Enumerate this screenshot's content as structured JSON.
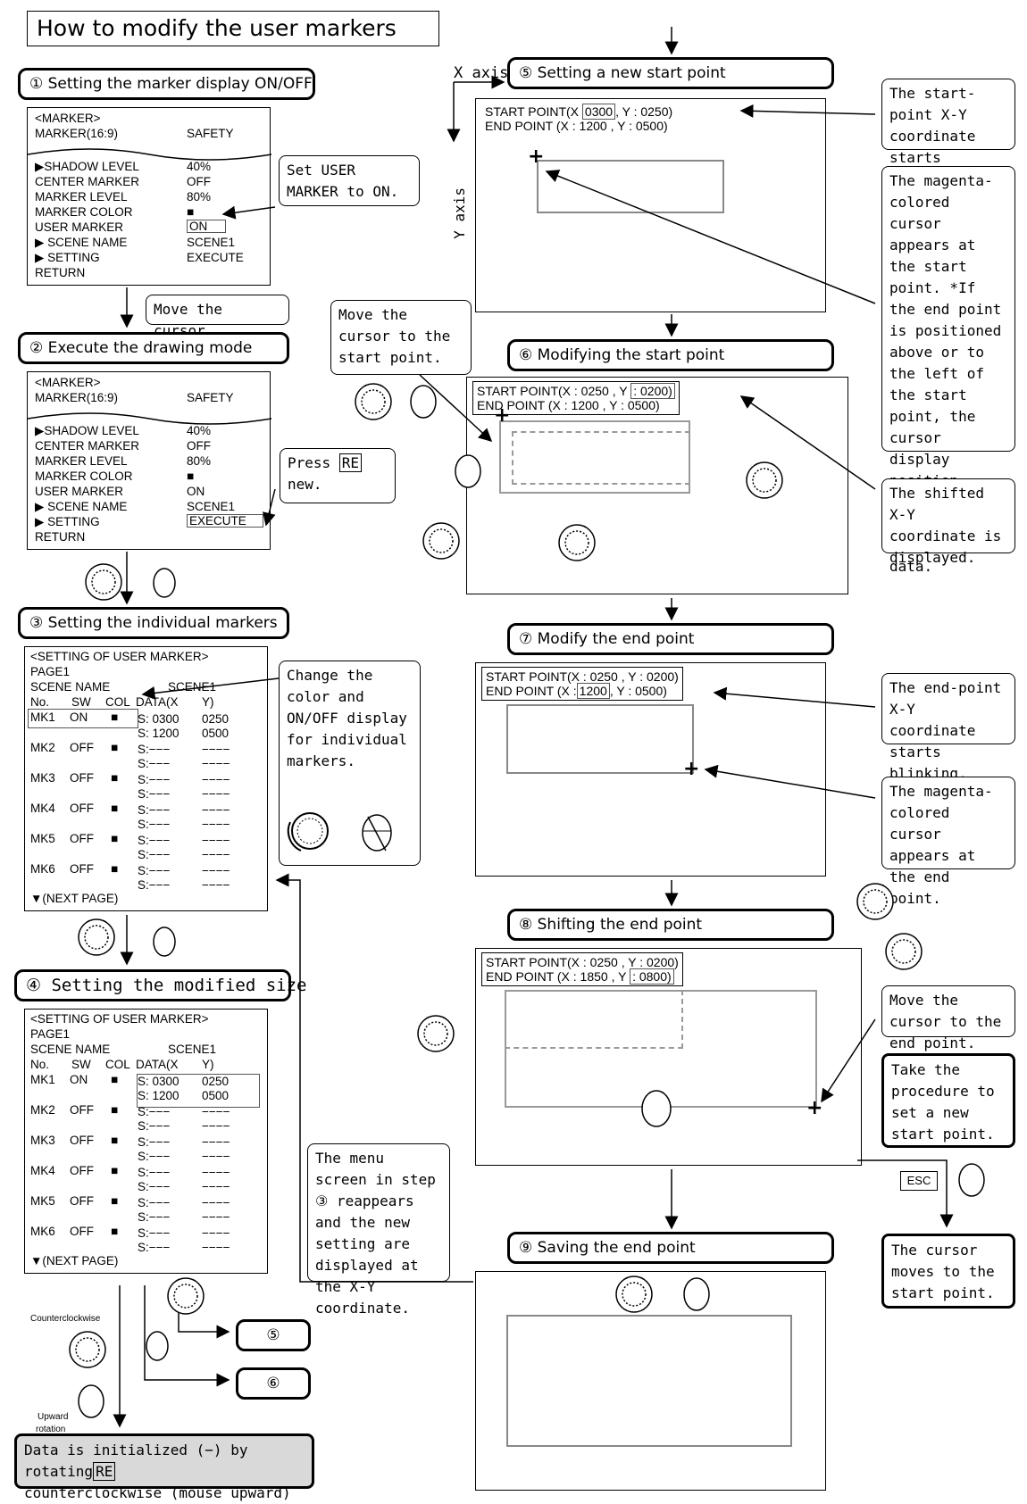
{
  "title": "How to modify the user markers",
  "steps": {
    "s1": "① Setting the marker display ON/OFF",
    "s2": "②  Execute the drawing mode",
    "s3": "③ Setting the individual markers",
    "s4": "④ Setting the modified size",
    "s5": "⑤ Setting a new start point",
    "s6": "⑥ Modifying the start point",
    "s7": "⑦ Modify the end point",
    "s8": "⑧ Shifting the end point",
    "s9": "⑨ Saving the end point",
    "ref5": "⑤",
    "ref6": "⑥"
  },
  "marker_menu": {
    "header": "<MARKER>",
    "mode_label": "MARKER(16:9)",
    "mode_value": "SAFETY",
    "rows": [
      {
        "label": "  ▶SHADOW LEVEL",
        "value": "40%"
      },
      {
        "label": "CENTER MARKER",
        "value": "OFF"
      },
      {
        "label": "MARKER LEVEL",
        "value": "80%"
      },
      {
        "label": "MARKER COLOR",
        "value": "■"
      },
      {
        "label": "USER MARKER",
        "value": "ON"
      },
      {
        "label": "  ▶ SCENE NAME",
        "value": "SCENE1"
      },
      {
        "label": "  ▶ SETTING",
        "value": "EXECUTE"
      },
      {
        "label": "RETURN",
        "value": ""
      }
    ]
  },
  "user_marker_menu": {
    "header": "<SETTING OF USER MARKER>",
    "page": "PAGE1",
    "scene_label": "SCENE NAME",
    "scene_value": "SCENE1",
    "col_no": "No.",
    "col_sw": "SW",
    "col_col": "COL",
    "col_data": "DATA(X",
    "col_y": "Y)",
    "rows": [
      {
        "no": "MK1",
        "sw": "ON",
        "col": "■",
        "s1": "S: 0300",
        "y1": "0250",
        "s2": "S: 1200",
        "y2": "0500"
      },
      {
        "no": "MK2",
        "sw": "OFF",
        "col": "■",
        "s1": "S:−−−",
        "y1": "−−−−",
        "s2": "S:−−−",
        "y2": "−−−−"
      },
      {
        "no": "MK3",
        "sw": "OFF",
        "col": "■",
        "s1": "S:−−−",
        "y1": "−−−−",
        "s2": "S:−−−",
        "y2": "−−−−"
      },
      {
        "no": "MK4",
        "sw": "OFF",
        "col": "■",
        "s1": "S:−−−",
        "y1": "−−−−",
        "s2": "S:−−−",
        "y2": "−−−−"
      },
      {
        "no": "MK5",
        "sw": "OFF",
        "col": "■",
        "s1": "S:−−−",
        "y1": "−−−−",
        "s2": "S:−−−",
        "y2": "−−−−"
      },
      {
        "no": "MK6",
        "sw": "OFF",
        "col": "■",
        "s1": "S:−−−",
        "y1": "−−−−",
        "s2": "S:−−−",
        "y2": "−−−−"
      }
    ],
    "next": "▼(NEXT PAGE)"
  },
  "notes": {
    "set_user_marker": "Set USER MARKER to ON.",
    "move_cursor": "Move the cursor",
    "press_re_a": "Press ",
    "press_re_b": "RE",
    "press_re_c": "new.",
    "change_color": "Change the color and ON/OFF display for individual markers.",
    "move_to_start": "Move the cursor to the start point.",
    "menu_reappears": "The menu screen in step ③ reappears and the new setting are displayed  at the X-Y coordinate.",
    "start_blink": "The start-point X-Y coordinate starts blinking.",
    "magenta_start": "The magenta-colored cursor appears at the start point. *If the end point is positioned above or to the left of the start point, the cursor display position depends on the registered data.",
    "shifted": "The shifted X-Y coordinate is displayed.",
    "end_blink": "The end-point X-Y coordinate starts blinking.",
    "magenta_end": "The magenta-colored cursor appears at the end point.",
    "move_to_end": "Move the cursor to the end point.",
    "take_procedure": "Take the procedure to set a new start point.",
    "cursor_moves": "The cursor moves to the start point.",
    "data_init_a": "Data is initialized (−) by rotating",
    "data_init_re": "RE",
    "data_init_b": "counterclockwise (mouse upward)"
  },
  "labels": {
    "x_axis": "X axis",
    "y_axis": "Y axis",
    "counterclockwise": "Counterclockwise",
    "upward": "Upward",
    "rotation": "rotation",
    "esc": "ESC"
  },
  "screens": {
    "p5": {
      "start_a": "START POINT(X ",
      "start_x": "0300",
      "start_b": ", Y : 0250)",
      "end": "END POINT   (X : 1200 , Y : 0500)"
    },
    "p6": {
      "start_a": "START POINT(X : 0250 , Y ",
      "start_y": ": 0200)",
      "end": "END POINT    (X : 1200 , Y : 0500)"
    },
    "p7": {
      "start": "START POINT(X : 0250 , Y : 0200)",
      "end_a": "END POINT    (X :",
      "end_x": "1200",
      "end_b": ", Y : 0500)"
    },
    "p8": {
      "start": "START POINT(X : 0250 , Y : 0200)",
      "end_a": "END POINT    (X : 1850 , Y ",
      "end_y": ": 0800)"
    }
  }
}
